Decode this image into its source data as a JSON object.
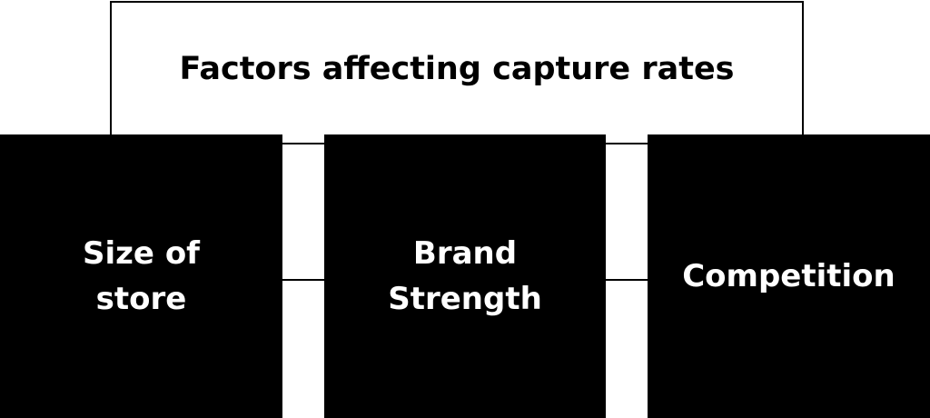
{
  "diagram": {
    "title": "Factors affecting capture rates",
    "factors": [
      {
        "label": "Size of\nstore"
      },
      {
        "label": "Brand\nStrength"
      },
      {
        "label": "Competition"
      }
    ],
    "colors": {
      "box_fill": "#000000",
      "box_text": "#ffffff",
      "line": "#000000",
      "background": "#ffffff"
    }
  }
}
